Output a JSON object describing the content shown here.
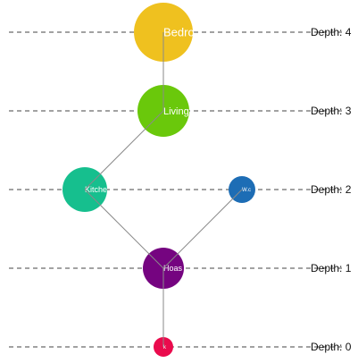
{
  "depth_levels": [
    {
      "level": 4,
      "label": "Depth: 4"
    },
    {
      "level": 3,
      "label": "Depth: 3"
    },
    {
      "level": 2,
      "label": "Depth: 2"
    },
    {
      "level": 1,
      "label": "Depth: 1"
    },
    {
      "level": 0,
      "label": "Depth: 0"
    }
  ],
  "nodes": [
    {
      "id": "bedroom",
      "label": "Bedro",
      "depth": 4,
      "color": "#efc11f"
    },
    {
      "id": "living",
      "label": "Living",
      "depth": 3,
      "color": "#6ac80b"
    },
    {
      "id": "kitchen",
      "label": "Kitche",
      "depth": 2,
      "color": "#16bf8e"
    },
    {
      "id": "wc",
      "label": "W.c",
      "depth": 2,
      "color": "#1d6db5"
    },
    {
      "id": "hoas",
      "label": "Hoas",
      "depth": 1,
      "color": "#750480"
    },
    {
      "id": "root",
      "label": "k",
      "depth": 0,
      "color": "#ea0b4d"
    }
  ],
  "edges": [
    {
      "from": "root",
      "to": "hoas"
    },
    {
      "from": "hoas",
      "to": "kitchen"
    },
    {
      "from": "hoas",
      "to": "wc"
    },
    {
      "from": "kitchen",
      "to": "living"
    },
    {
      "from": "living",
      "to": "bedroom"
    }
  ]
}
